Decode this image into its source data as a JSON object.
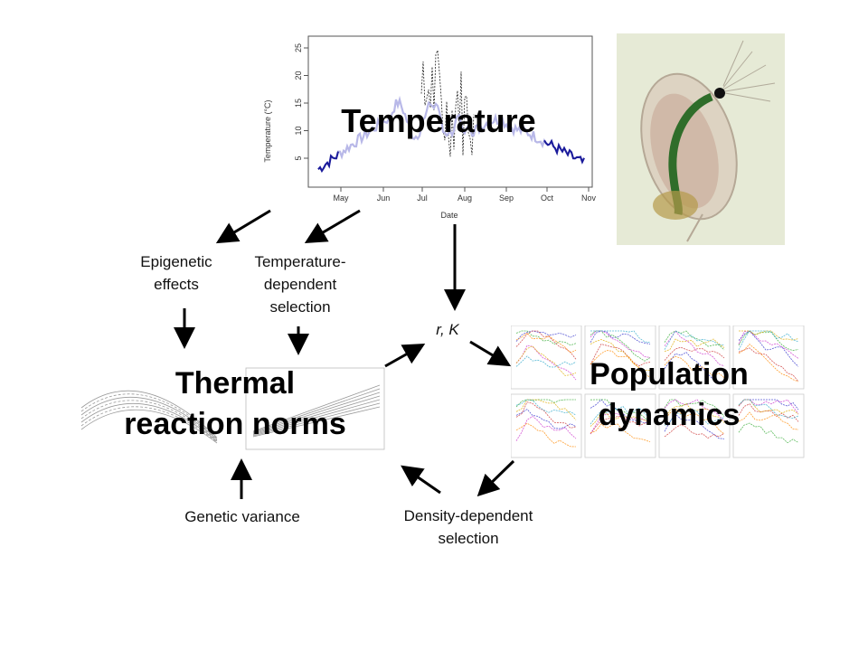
{
  "temperature_chart": {
    "title_overlay": "Temperature",
    "ylabel": "Temperature (°C)",
    "xlabel": "Date",
    "y_ticks": [
      "5",
      "10",
      "15",
      "20",
      "25"
    ],
    "x_ticks": [
      "May",
      "Jun",
      "Jul",
      "Aug",
      "Sep",
      "Oct",
      "Nov"
    ]
  },
  "labels": {
    "epigenetic": [
      "Epigenetic",
      "effects"
    ],
    "temp_selection": [
      "Temperature-",
      "dependent",
      "selection"
    ],
    "rk": "r, K",
    "thermal": [
      "Thermal",
      "reaction norms"
    ],
    "population": [
      "Population",
      "dynamics"
    ],
    "genetic_variance": "Genetic variance",
    "density_selection": [
      "Density-dependent",
      "selection"
    ]
  },
  "colors": {
    "arrow": "#000000",
    "series_light": "#b8b8e8",
    "series_dark": "#1a1a9a",
    "photo_bg": "#e6ead6"
  }
}
